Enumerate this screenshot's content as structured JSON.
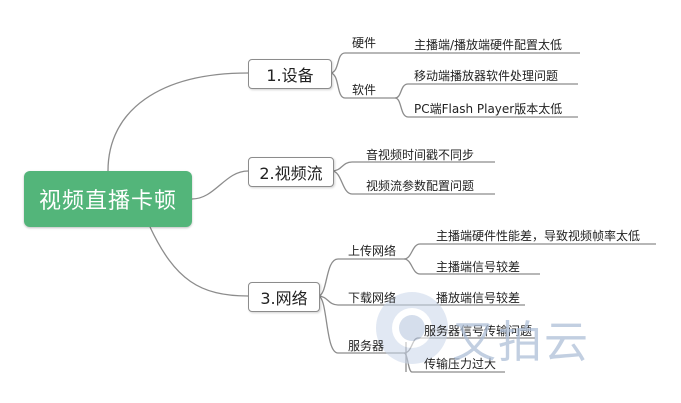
{
  "root": {
    "label": "视频直播卡顿"
  },
  "branches": [
    {
      "label": "1.设备",
      "children": [
        {
          "label": "硬件",
          "leaves": [
            "主播端/播放端硬件配置太低"
          ]
        },
        {
          "label": "软件",
          "leaves": [
            "移动端播放器软件处理问题",
            "PC端Flash Player版本太低"
          ]
        }
      ]
    },
    {
      "label": "2.视频流",
      "leaves": [
        "音视频时间戳不同步",
        "视频流参数配置问题"
      ]
    },
    {
      "label": "3.网络",
      "children": [
        {
          "label": "上传网络",
          "leaves": [
            "主播端硬件性能差，导致视频帧率太低",
            "主播端信号较差"
          ]
        },
        {
          "label": "下载网络",
          "leaves": [
            "播放端信号较差"
          ]
        },
        {
          "label": "服务器",
          "leaves": [
            "服务器信号传输问题",
            "传输压力过大"
          ]
        }
      ]
    }
  ],
  "watermark": {
    "text": "又拍云",
    "icon": "upyun-logo-icon"
  },
  "colors": {
    "root_fill": "#53b57a",
    "line": "#8c8c8c",
    "watermark": "#aebfd7"
  }
}
